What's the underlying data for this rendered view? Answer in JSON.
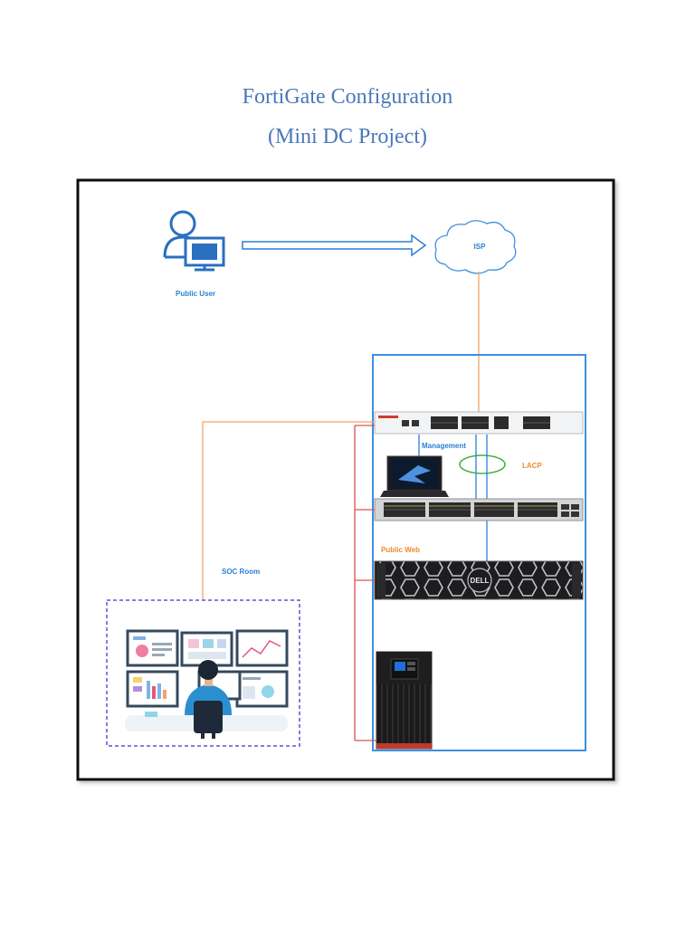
{
  "page": {
    "title_line1": "FortiGate Configuration",
    "title_line2": "(Mini DC Project)"
  },
  "diagram": {
    "labels": {
      "public_user": "Public User",
      "isp": "ISP",
      "management": "Management",
      "lacp": "LACP",
      "public_web": "Public Web",
      "soc_room": "SOC Room",
      "server_brand": "DELL"
    },
    "colors": {
      "title": "#4a78b8",
      "frame": "#111111",
      "rack": "#3d8fe0",
      "label_blue": "#2a7fd4",
      "label_orange": "#f08a2c",
      "link_orange": "#f3a46a",
      "link_red": "#d9534f",
      "lacp_ring": "#3cb43c",
      "soc_border": "#5a55d6"
    },
    "icons": [
      "user-icon",
      "monitor-icon",
      "arrow-icon",
      "cloud-icon",
      "firewall-icon",
      "laptop-icon",
      "switch-icon",
      "server-icon",
      "ups-icon",
      "soc-operator-icon"
    ]
  }
}
